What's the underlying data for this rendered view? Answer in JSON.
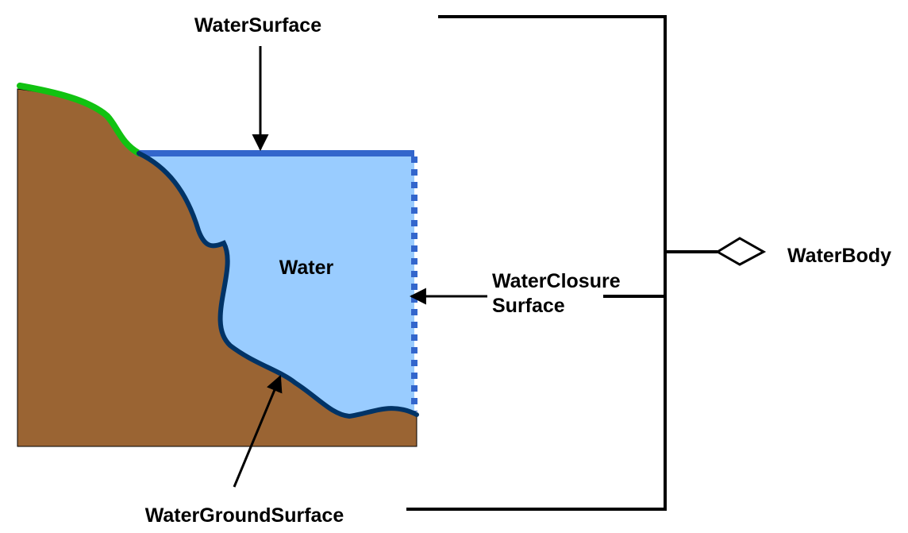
{
  "labels": {
    "water_surface": "WaterSurface",
    "water": "Water",
    "water_closure_line1": "WaterClosure",
    "water_closure_line2": "Surface",
    "water_body": "WaterBody",
    "water_ground_surface": "WaterGroundSurface"
  },
  "colors": {
    "ground": "#9A6433",
    "grass": "#11C211",
    "water_fill": "#99CCFF",
    "water_surface_line": "#3366CC",
    "ground_surface_line": "#003366",
    "line": "#000000"
  }
}
